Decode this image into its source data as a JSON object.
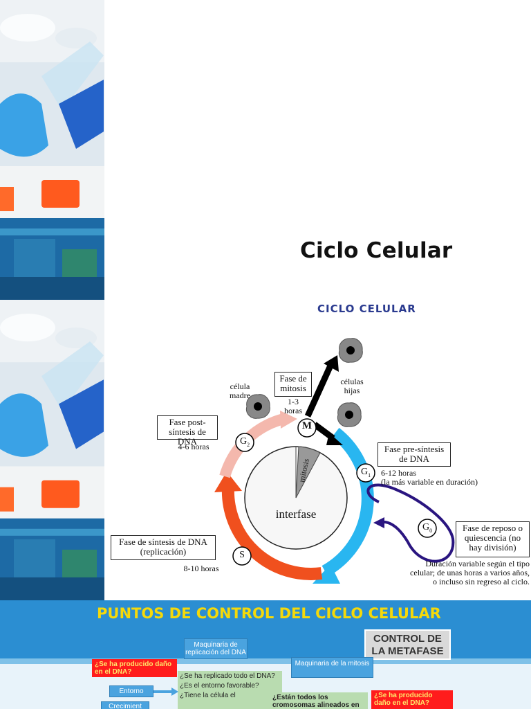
{
  "slide1": {
    "title": "Ciclo Celular"
  },
  "slide2": {
    "title": "CICLO CELULAR",
    "mitosis_box": "Fase de mitosis",
    "mitosis_hours": "1-3 horas",
    "mother_cell": "célula madre",
    "daughter_cells": "células hijas",
    "g2_box": "Fase post-síntesis de DNA",
    "g2_hours": "4-6 horas",
    "g1_box": "Fase pre-síntesis de DNA",
    "g1_hours": "6-12 horas",
    "g1_note": "(la más variable en duración)",
    "s_box": "Fase de síntesis de DNA (replicación)",
    "s_hours": "8-10 horas",
    "g0_box": "Fase de reposo o quiescencia (no hay división)",
    "g0_note": "Duración variable según el tipo celular; de unas horas a varios años, o incluso sin regreso al ciclo.",
    "center_label": "interfase",
    "wedge_label": "mitosis",
    "label_m": "M",
    "label_g1": "G",
    "label_g1_sub": "1",
    "label_g2": "G",
    "label_g2_sub": "2",
    "label_s": "S",
    "label_g0": "G",
    "label_g0_sub": "0"
  },
  "slide3": {
    "title": "PUNTOS DE CONTROL DEL CICLO CELULAR",
    "maq_dna": "Maquinaria de replicación del DNA",
    "control_metafase": "CONTROL DE LA METAFASE",
    "dano_1": "¿Se ha producido daño en el DNA?",
    "maq_mitosis": "Maquinaria de la mitosis",
    "q_replicado": "¿Se ha replicado todo el DNA?",
    "q_entorno": "¿Es el entorno favorable?",
    "q_tiene": "¿Tiene la célula el",
    "entorno": "Entorno",
    "crecimiento": "Crecimient",
    "q_alineados": "¿Están todos los cromosomas alineados en el",
    "dano_2": "¿Se ha producido daño en el DNA?"
  },
  "colors": {
    "arc_blue": "#29b6f0",
    "arc_orange": "#f0501e",
    "arc_pink": "#f4b8ad",
    "g0_purple": "#2a1580",
    "slide3_bg": "#2b8ed2",
    "slide3_title": "#f5d90a"
  }
}
